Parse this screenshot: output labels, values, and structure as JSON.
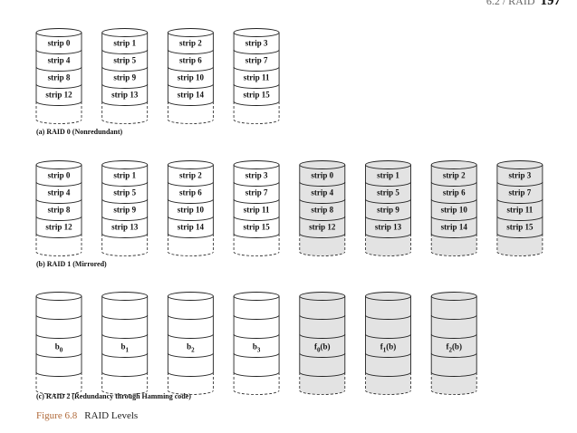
{
  "header": {
    "running_head": "6.2 / RAID",
    "page_number": "197"
  },
  "figure": {
    "number": "Figure 6.8",
    "title": "RAID Levels"
  },
  "colors": {
    "data_disk_fill": "#ffffff",
    "redundant_disk_fill": "#e3e3e3",
    "stroke": "#222222"
  },
  "raid_levels": [
    {
      "caption": "(a) RAID 0 (Nonredundant)",
      "disks": [
        {
          "redundant": false,
          "strips": [
            "strip 0",
            "strip 4",
            "strip 8",
            "strip 12"
          ]
        },
        {
          "redundant": false,
          "strips": [
            "strip 1",
            "strip 5",
            "strip 9",
            "strip 13"
          ]
        },
        {
          "redundant": false,
          "strips": [
            "strip 2",
            "strip 6",
            "strip 10",
            "strip 14"
          ]
        },
        {
          "redundant": false,
          "strips": [
            "strip 3",
            "strip 7",
            "strip 11",
            "strip 15"
          ]
        }
      ]
    },
    {
      "caption": "(b) RAID 1 (Mirrored)",
      "disks": [
        {
          "redundant": false,
          "strips": [
            "strip 0",
            "strip 4",
            "strip 8",
            "strip 12"
          ]
        },
        {
          "redundant": false,
          "strips": [
            "strip 1",
            "strip 5",
            "strip 9",
            "strip 13"
          ]
        },
        {
          "redundant": false,
          "strips": [
            "strip 2",
            "strip 6",
            "strip 10",
            "strip 14"
          ]
        },
        {
          "redundant": false,
          "strips": [
            "strip 3",
            "strip 7",
            "strip 11",
            "strip 15"
          ]
        },
        {
          "redundant": true,
          "strips": [
            "strip 0",
            "strip 4",
            "strip 8",
            "strip 12"
          ]
        },
        {
          "redundant": true,
          "strips": [
            "strip 1",
            "strip 5",
            "strip 9",
            "strip 13"
          ]
        },
        {
          "redundant": true,
          "strips": [
            "strip 2",
            "strip 6",
            "strip 10",
            "strip 14"
          ]
        },
        {
          "redundant": true,
          "strips": [
            "strip 3",
            "strip 7",
            "strip 11",
            "strip 15"
          ]
        }
      ]
    },
    {
      "caption": "(c) RAID 2 (Redundancy through Hamming code)",
      "disks": [
        {
          "redundant": false,
          "label": "b",
          "sub": "0",
          "suffix": ""
        },
        {
          "redundant": false,
          "label": "b",
          "sub": "1",
          "suffix": ""
        },
        {
          "redundant": false,
          "label": "b",
          "sub": "2",
          "suffix": ""
        },
        {
          "redundant": false,
          "label": "b",
          "sub": "3",
          "suffix": ""
        },
        {
          "redundant": true,
          "label": "f",
          "sub": "0",
          "suffix": "(b)"
        },
        {
          "redundant": true,
          "label": "f",
          "sub": "1",
          "suffix": "(b)"
        },
        {
          "redundant": true,
          "label": "f",
          "sub": "2",
          "suffix": "(b)"
        }
      ]
    }
  ]
}
